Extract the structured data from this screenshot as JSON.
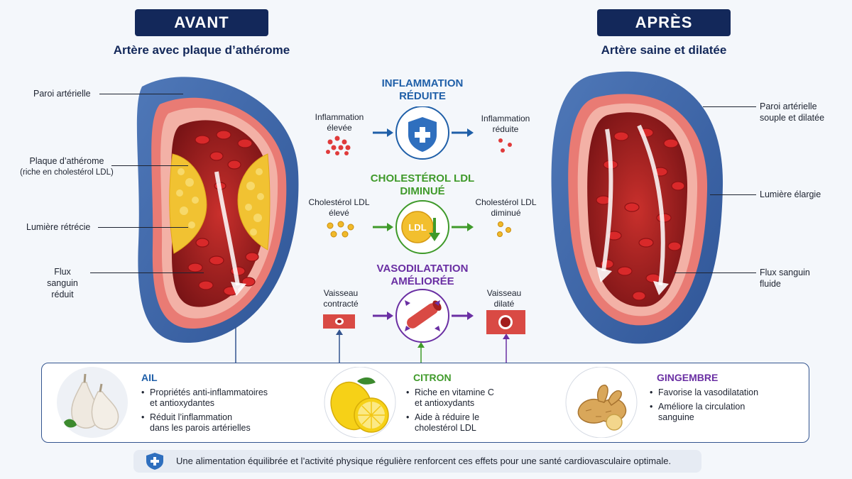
{
  "before": {
    "badge": "AVANT",
    "subtitle": "Artère avec plaque d’athérome",
    "callouts": {
      "wall": "Paroi artérielle",
      "plaque_1": "Plaque d’athérome",
      "plaque_2": "(riche en cholestérol LDL)",
      "lumen": "Lumière rétrécie",
      "flow_1": "Flux sanguin",
      "flow_2": "réduit"
    }
  },
  "after": {
    "badge": "APRÈS",
    "subtitle": "Artère saine et dilatée",
    "callouts": {
      "wall_1": "Paroi artérielle",
      "wall_2": "souple et dilatée",
      "lumen": "Lumière élargie",
      "flow_1": "Flux sanguin",
      "flow_2": "fluide"
    }
  },
  "effects": [
    {
      "title_1": "INFLAMMATION",
      "title_2": "RÉDUITE",
      "color": "#1f5fa8",
      "left_1": "Inflammation",
      "left_2": "élevée",
      "right_1": "Inflammation",
      "right_2": "réduite",
      "icon": "shield-plus-icon"
    },
    {
      "title_1": "CHOLESTÉROL LDL",
      "title_2": "DIMINUÉ",
      "color": "#3f9a2a",
      "left_1": "Cholestérol LDL",
      "left_2": "élevé",
      "right_1": "Cholestérol LDL",
      "right_2": "diminué",
      "icon": "ldl-down-icon",
      "icon_text": "LDL"
    },
    {
      "title_1": "VASODILATATION",
      "title_2": "AMÉLIORÉE",
      "color": "#6a2fa3",
      "left_1": "Vaisseau",
      "left_2": "contracté",
      "right_1": "Vaisseau",
      "right_2": "dilaté",
      "icon": "vessel-dilation-icon"
    }
  ],
  "foods": [
    {
      "name": "AIL",
      "color": "#1f5fa8",
      "icon": "garlic-icon",
      "points": [
        {
          "l1": "Propriétés anti-inflammatoires",
          "l2": "et antioxydantes"
        },
        {
          "l1": "Réduit l’inflammation",
          "l2": "dans les parois artérielles"
        }
      ]
    },
    {
      "name": "CITRON",
      "color": "#3f9a2a",
      "icon": "lemon-icon",
      "points": [
        {
          "l1": "Riche en vitamine C",
          "l2": "et antioxydants"
        },
        {
          "l1": "Aide à réduire le",
          "l2": "cholestérol LDL"
        }
      ]
    },
    {
      "name": "GINGEMBRE",
      "color": "#6a2fa3",
      "icon": "ginger-icon",
      "points": [
        {
          "l1": "Favorise la vasodilatation",
          "l2": ""
        },
        {
          "l1": "Améliore la circulation",
          "l2": "sanguine"
        }
      ]
    }
  ],
  "footer": {
    "text": "Une alimentation équilibrée et l’activité physique régulière renforcent ces effets pour une santé cardiovasculaire optimale.",
    "icon": "shield-plus-icon"
  }
}
